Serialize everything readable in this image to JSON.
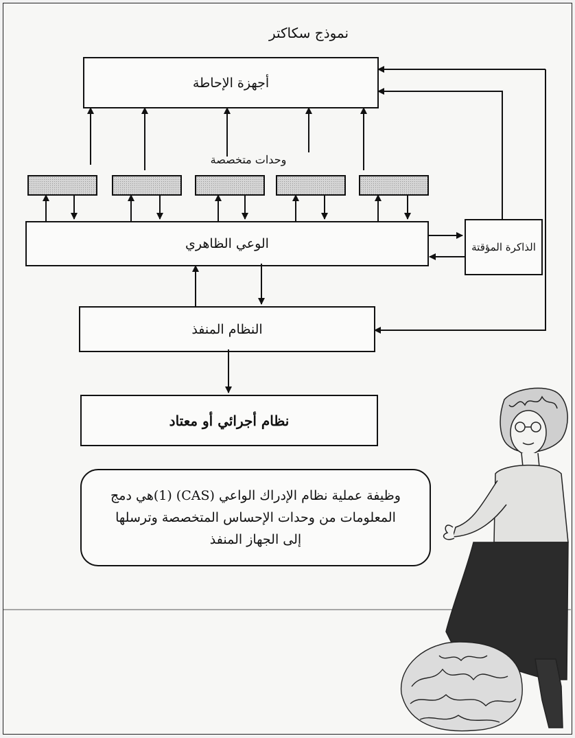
{
  "diagram": {
    "title": "نموذج سكاكتر",
    "nodes": {
      "perception": "أجهزة الإحاطة",
      "specialized_units_label": "وحدات متخصصة",
      "awareness": "الوعي الظاهري",
      "temp_memory": "الذاكرة المؤقتة",
      "executive": "النظام المنفذ",
      "procedural": "نظام أجرائي أو معتاد"
    },
    "caption": {
      "line1": "وظيفة عملية نظام الإدراك الواعي (CAS) (1)هي دمج",
      "line2": "المعلومات من وحدات الإحساس المتخصصة وترسلها",
      "line3": "إلى الجهاز المنفذ"
    }
  },
  "illustration": {
    "figure_icon": "woman-figure-icon",
    "brain_icon": "brain-icon"
  }
}
